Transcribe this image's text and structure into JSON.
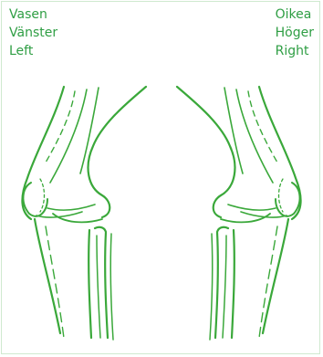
{
  "colors": {
    "line": "#3aa83a",
    "text": "#2f9e44",
    "background": "#ffffff"
  },
  "left_labels": {
    "finnish": "Vasen",
    "swedish": "Vänster",
    "english": "Left"
  },
  "right_labels": {
    "finnish": "Oikea",
    "swedish": "Höger",
    "english": "Right"
  }
}
